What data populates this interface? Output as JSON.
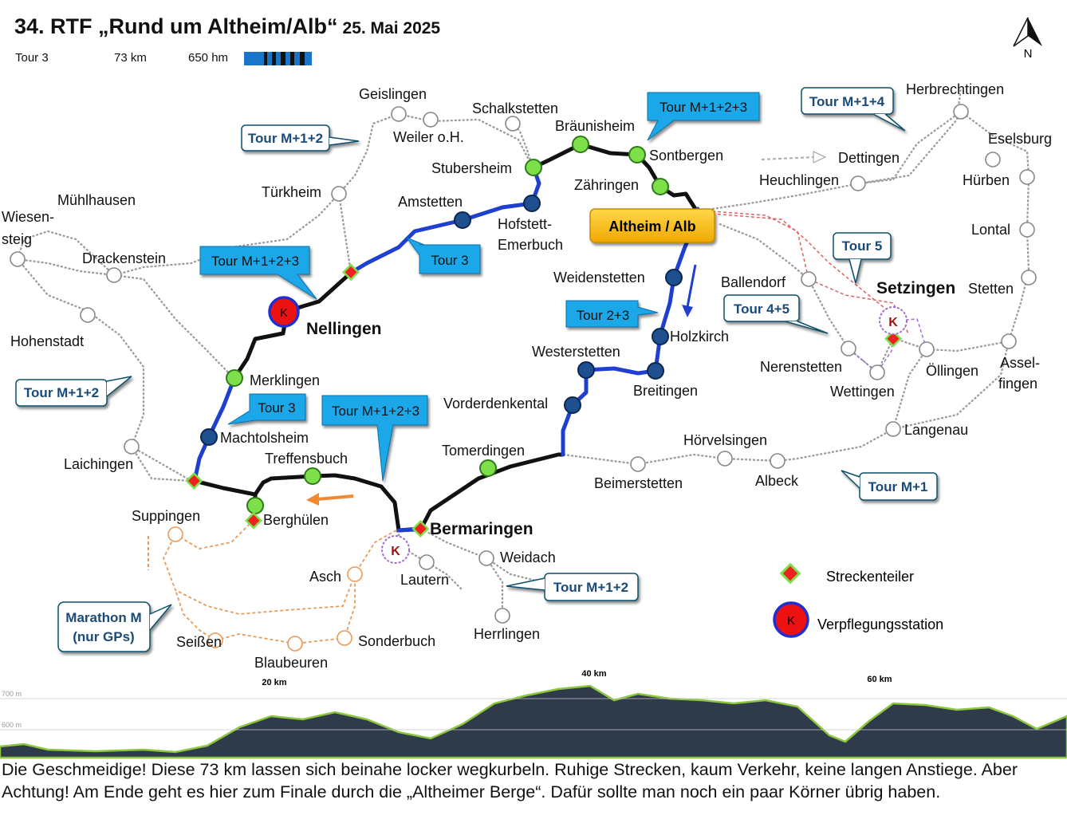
{
  "header": {
    "title": "34. RTF „Rund um Altheim/Alb“",
    "date": "25. Mai 2025",
    "tour": "Tour 3",
    "distance": "73 km",
    "elevation": "650 hm",
    "compass": "N"
  },
  "places": {
    "geislingen": "Geislingen",
    "schalkstetten": "Schalkstetten",
    "braunisheim": "Bräunisheim",
    "weiler": "Weiler o.H.",
    "stubersheim": "Stubersheim",
    "sontbergen": "Sontbergen",
    "zahringen": "Zähringen",
    "dettingen": "Dettingen",
    "heuchlingen": "Heuchlingen",
    "herbrechtingen": "Herbrechtingen",
    "eselsburg": "Eselsburg",
    "hurben": "Hürben",
    "lontal": "Lontal",
    "turkheim": "Türkheim",
    "amstetten": "Amstetten",
    "muhlhausen": "Mühlhausen",
    "wiesen1": "Wiesen-",
    "wiesen2": "steig",
    "drackenstein": "Drackenstein",
    "hofstett1": "Hofstett-",
    "hofstett2": "Emerbuch",
    "altheim": "Altheim / Alb",
    "weidenstetten": "Weidenstetten",
    "ballendorf": "Ballendorf",
    "setzingen": "Setzingen",
    "stetten": "Stetten",
    "nellingen": "Nellingen",
    "holzkirch": "Holzkirch",
    "hohenstadt": "Hohenstadt",
    "westerstetten": "Westerstetten",
    "nerenstetten": "Nerenstetten",
    "ollingen": "Öllingen",
    "assel1": "Assel-",
    "assel2": "fingen",
    "merklingen": "Merklingen",
    "breitingen": "Breitingen",
    "wettingen": "Wettingen",
    "vorderdenkental": "Vorderdenkental",
    "langenau": "Langenau",
    "machtolsheim": "Machtolsheim",
    "horvelsingen": "Hörvelsingen",
    "laichingen": "Laichingen",
    "treffensbuch": "Treffensbuch",
    "tomerdingen": "Tomerdingen",
    "beimerstetten": "Beimerstetten",
    "albeck": "Albeck",
    "suppingen": "Suppingen",
    "berghulen": "Berghülen",
    "bermaringen": "Bermaringen",
    "weidach": "Weidach",
    "asch": "Asch",
    "lautern": "Lautern",
    "seissen": "Seißen",
    "sonderbuch": "Sonderbuch",
    "herrlingen": "Herrlingen",
    "blaubeuren": "Blaubeuren"
  },
  "callouts": {
    "m12_top": "Tour M+1+2",
    "m123_top": "Tour M+1+2+3",
    "m14": "Tour M+1+4",
    "tour3_a": "Tour 3",
    "m123_left": "Tour M+1+2+3",
    "tour5": "Tour 5",
    "tour23": "Tour 2+3",
    "tour45": "Tour 4+5",
    "m12_left": "Tour M+1+2",
    "tour3_b": "Tour 3",
    "m123_mid": "Tour M+1+2+3",
    "m1": "Tour M+1",
    "m12_bottom": "Tour M+1+2",
    "marathon1": "Marathon M",
    "marathon2": "(nur GPs)"
  },
  "legend": {
    "splitter": "Streckenteiler",
    "food": "Verpflegungsstation",
    "food_symbol": "K"
  },
  "profile": {
    "km_labels": [
      "20 km",
      "40 km",
      "60 km"
    ],
    "y_labels": [
      "700 m",
      "600 m"
    ]
  },
  "description": "Die Geschmeidige!  Diese 73 km lassen sich beinahe locker wegkurbeln. Ruhige Strecken, kaum Verkehr, keine langen Anstiege. Aber Achtung! Am Ende geht es hier zum Finale durch die „Altheimer Berge“. Dafür sollte man noch ein paar Körner übrig haben.",
  "colors": {
    "route_blue": "#1f3fd1",
    "route_black": "#111111",
    "green_node": "#7de04a",
    "blue_node": "#1e4f8f",
    "callout_blue": "#1aa7e8",
    "altheim_yellow": "#f8c200",
    "food_red": "#ee1111",
    "profile_fill": "#2f3a4a",
    "profile_line": "#8cc63f"
  }
}
